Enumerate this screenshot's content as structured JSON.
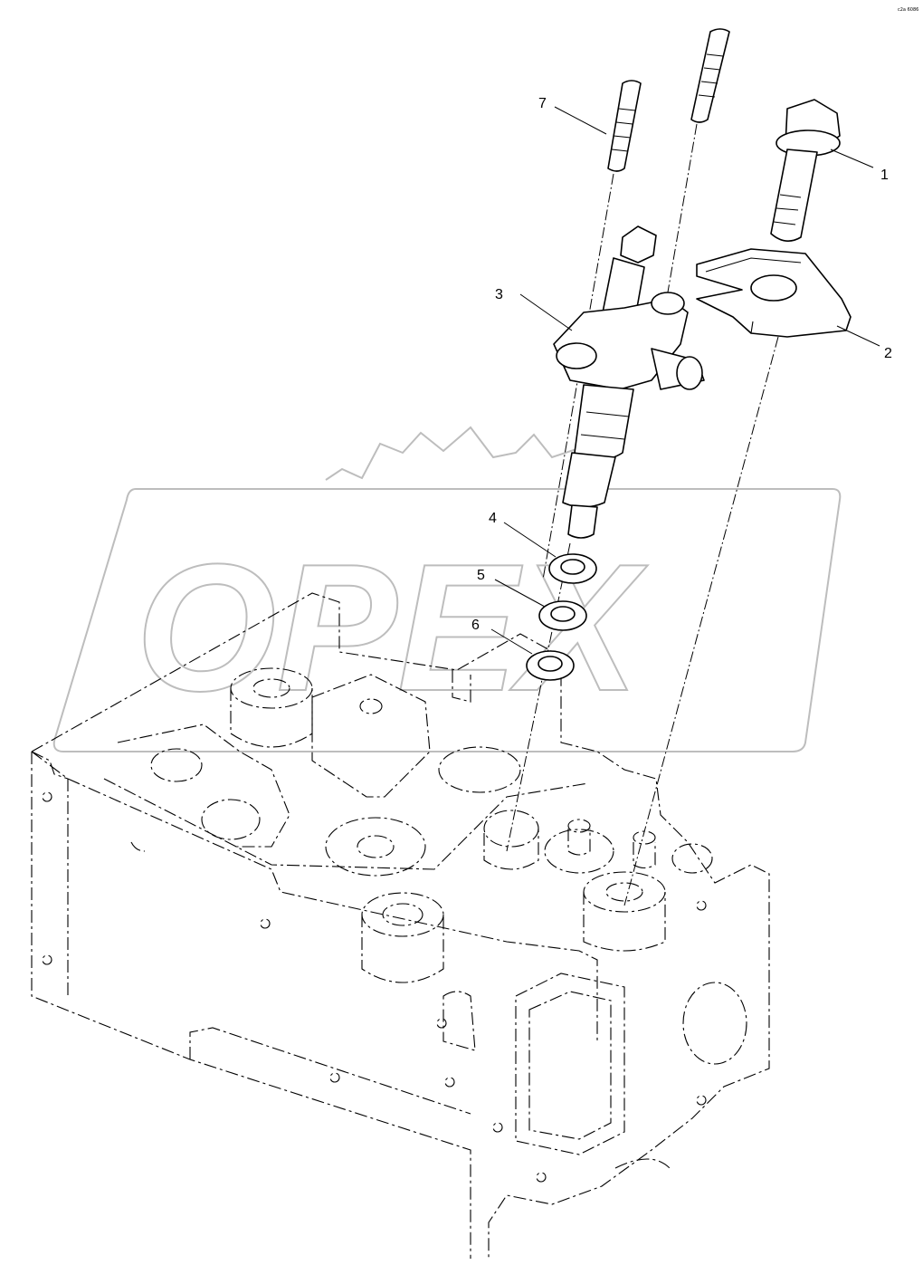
{
  "reference_code": "c2a 6086",
  "watermark": {
    "text": "OPEX",
    "color": "#bdbdbd"
  },
  "callouts": [
    {
      "number": "1"
    },
    {
      "number": "2"
    },
    {
      "number": "3"
    },
    {
      "number": "4"
    },
    {
      "number": "5"
    },
    {
      "number": "6"
    },
    {
      "number": "7"
    }
  ],
  "colors": {
    "line": "#000000",
    "background": "#ffffff"
  }
}
